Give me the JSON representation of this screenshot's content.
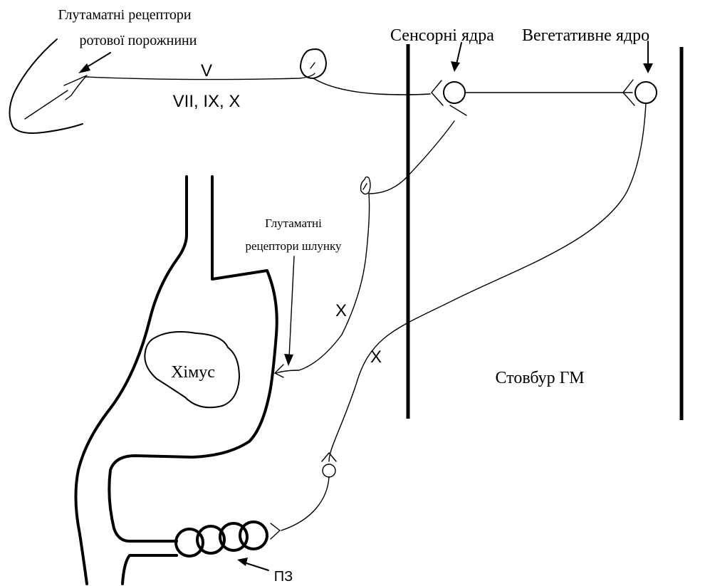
{
  "labels": {
    "oral_receptors_line1": "Глутаматні рецептори",
    "oral_receptors_line2": "ротової порожнини",
    "sensory_nuclei": "Сенсорні ядра",
    "vegetative_nucleus": "Вегетативне ядро",
    "nerve_v": "V",
    "nerves_vii_ix_x": "VII, IX, X",
    "stomach_receptors_line1": "Глутаматні",
    "stomach_receptors_line2": "рецептори шлунку",
    "nerve_x_afferent": "X",
    "nerve_x_efferent": "X",
    "chyme": "Хімус",
    "brainstem": "Стовбур ГМ",
    "pancreas": "ПЗ"
  }
}
